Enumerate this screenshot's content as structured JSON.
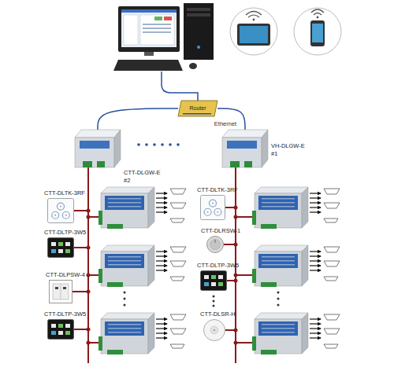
{
  "diagram": {
    "nodes": [
      {
        "text": [
          "Router"
        ]
      },
      {
        "text": [
          "CTT-DLGW-E",
          "#2"
        ]
      },
      {
        "text": [
          "VH-DLGW-E",
          "#1"
        ]
      },
      {
        "text": [
          "CTT-DLTK-3RF"
        ]
      },
      {
        "text": [
          "CTT-DLTP-3W5"
        ]
      },
      {
        "text": [
          "CTT-DLPSW-4"
        ]
      },
      {
        "text": [
          "CTT-DLTP-3W5"
        ]
      },
      {
        "text": [
          "CTT-DLTK-3RF"
        ]
      },
      {
        "text": [
          "CTT-DLRSW-1"
        ]
      },
      {
        "text": [
          "CTT-DLTP-3W5"
        ]
      },
      {
        "text": [
          "CTT-DLSR-H"
        ]
      }
    ],
    "edges": [
      {
        "from": 0,
        "to": 1,
        "arrow": "none"
      },
      {
        "from": 0,
        "to": 2,
        "arrow": "none",
        "label": "Ethernet"
      },
      {
        "from": 1,
        "to": 3,
        "arrow": "none"
      },
      {
        "from": 1,
        "to": 4,
        "arrow": "none"
      },
      {
        "from": 1,
        "to": 5,
        "arrow": "none"
      },
      {
        "from": 1,
        "to": 6,
        "arrow": "none"
      },
      {
        "from": 2,
        "to": 7,
        "arrow": "none"
      },
      {
        "from": 2,
        "to": 8,
        "arrow": "none"
      },
      {
        "from": 2,
        "to": 9,
        "arrow": "none"
      },
      {
        "from": 2,
        "to": 10,
        "arrow": "none"
      }
    ]
  }
}
